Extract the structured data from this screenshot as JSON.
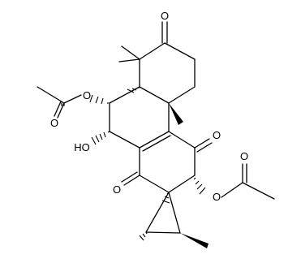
{
  "diagram": {
    "atom_labels": {
      "ketone_o_top": "O",
      "acetate_o_left_ester": "O",
      "acetate_o_left_carbonyl": "O",
      "hydroxyl": "HO",
      "ketone_o_right": "O",
      "ketone_o_bottom": "O",
      "acetate_o_right_ester": "O",
      "acetate_o_right_carbonyl": "O"
    }
  }
}
